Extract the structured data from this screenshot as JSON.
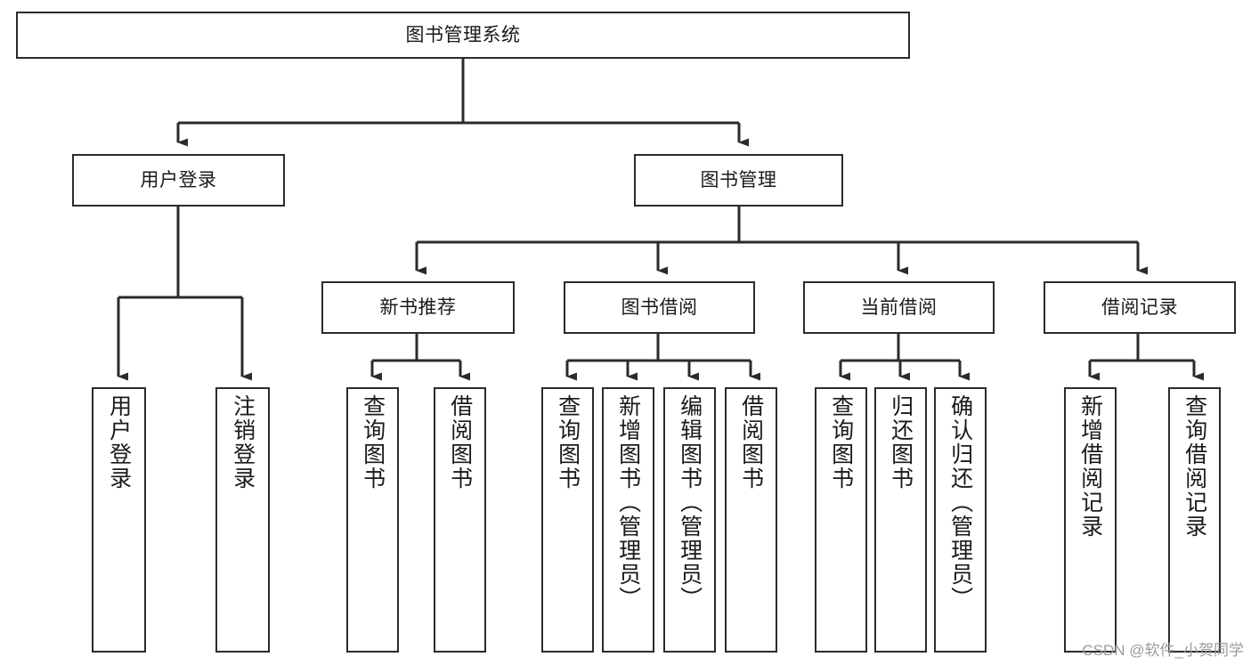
{
  "diagram": {
    "type": "tree",
    "title": "图书管理系统",
    "watermark": "CSDN @软件_小贺同学",
    "colors": {
      "box_border": "#2b2b2b",
      "box_fill": "#ffffff",
      "connector": "#2b2b2b",
      "text": "#1a1a1a",
      "watermark": "#9b9b9b",
      "background": "#ffffff"
    },
    "root": {
      "label": "图书管理系统"
    },
    "level2": [
      {
        "label": "用户登录"
      },
      {
        "label": "图书管理"
      }
    ],
    "level3": [
      {
        "label": "新书推荐"
      },
      {
        "label": "图书借阅"
      },
      {
        "label": "当前借阅"
      },
      {
        "label": "借阅记录"
      }
    ],
    "leaves": {
      "user_login": [
        {
          "label": "用户登录"
        },
        {
          "label": "注销登录"
        }
      ],
      "new_book_recommend": [
        {
          "label": "查询图书"
        },
        {
          "label": "借阅图书"
        }
      ],
      "book_borrow": [
        {
          "label": "查询图书"
        },
        {
          "label": "新增图书（管理员）"
        },
        {
          "label": "编辑图书（管理员）"
        },
        {
          "label": "借阅图书"
        }
      ],
      "current_borrow": [
        {
          "label": "查询图书"
        },
        {
          "label": "归还图书"
        },
        {
          "label": "确认归还（管理员）"
        }
      ],
      "borrow_record": [
        {
          "label": "新增借阅记录"
        },
        {
          "label": "查询借阅记录"
        }
      ]
    }
  }
}
